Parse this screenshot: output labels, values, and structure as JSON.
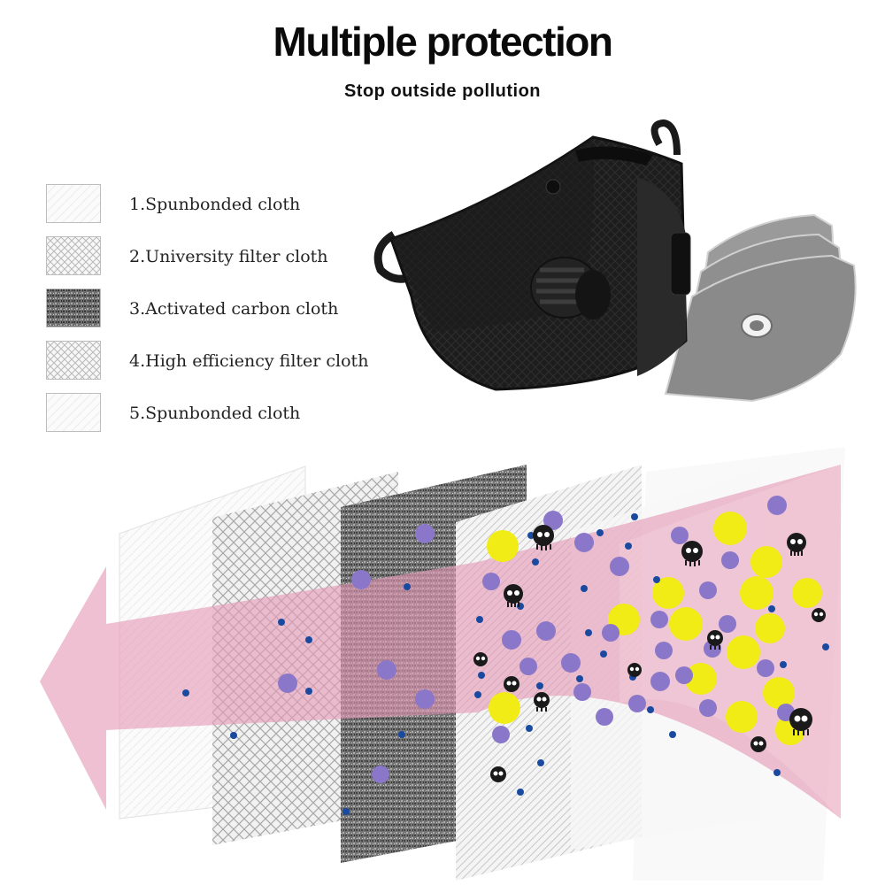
{
  "header": {
    "title": "Multiple protection",
    "subtitle": "Stop outside pollution"
  },
  "legend": {
    "items": [
      {
        "label": "1.Spunbonded cloth",
        "pattern": "plain-white"
      },
      {
        "label": "2.University filter cloth",
        "pattern": "light-crosshatch"
      },
      {
        "label": "3.Activated carbon cloth",
        "pattern": "dark-speckle"
      },
      {
        "label": "4.High efficiency filter cloth",
        "pattern": "light-crosshatch"
      },
      {
        "label": "5.Spunbonded cloth",
        "pattern": "plain-white"
      }
    ]
  },
  "colors": {
    "flow_pink": "#e8a6bd",
    "flow_pink_light": "#f2c6d6",
    "particle_yellow": "#f2ec16",
    "particle_purple": "#8a77c9",
    "particle_blue": "#1a4aa0",
    "mask_black": "#1b1b1b",
    "filter_gray": "#8e8e8e"
  },
  "icons": [
    "mask-product-image",
    "replacement-filters-image",
    "pollution-particle-icon",
    "airflow-arrow-icon"
  ]
}
